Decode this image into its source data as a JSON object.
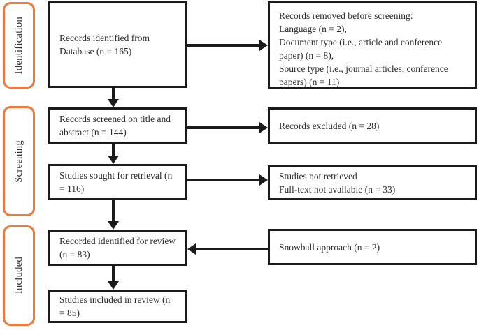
{
  "diagram": {
    "type": "prisma-flow",
    "colors": {
      "stage_border": "#E97D3E",
      "box_border": "#1B1B1B",
      "text": "#2B2B2B",
      "background": "#FFFFFF"
    },
    "stages": [
      {
        "label": "Identification"
      },
      {
        "label": "Screening"
      },
      {
        "label": "Included"
      }
    ],
    "boxes": {
      "identified": "Records identified from\nDatabase (n = 165)",
      "removed": "Records removed before screening:\nLanguage (n = 2),\nDocument type (i.e., article and conference\npaper) (n = 8),\nSource type (i.e., journal articles, conference\npapers) (n = 11)",
      "screened": "Records screened on title and\nabstract (n = 144)",
      "excluded": "Records excluded (n = 28)",
      "sought": "Studies sought for retrieval (n\n= 116)",
      "not_retrieved": "Studies not retrieved\nFull-text not available (n = 33)",
      "review": "Recorded identified for review\n(n = 83)",
      "snowball": "Snowball approach (n = 2)",
      "included": "Studies included in review (n\n= 85)"
    },
    "counts": {
      "identified": 165,
      "removed_language": 2,
      "removed_document_type": 8,
      "removed_source_type": 11,
      "screened": 144,
      "excluded": 28,
      "sought": 116,
      "not_retrieved": 33,
      "review": 83,
      "snowball": 2,
      "included": 85
    }
  }
}
